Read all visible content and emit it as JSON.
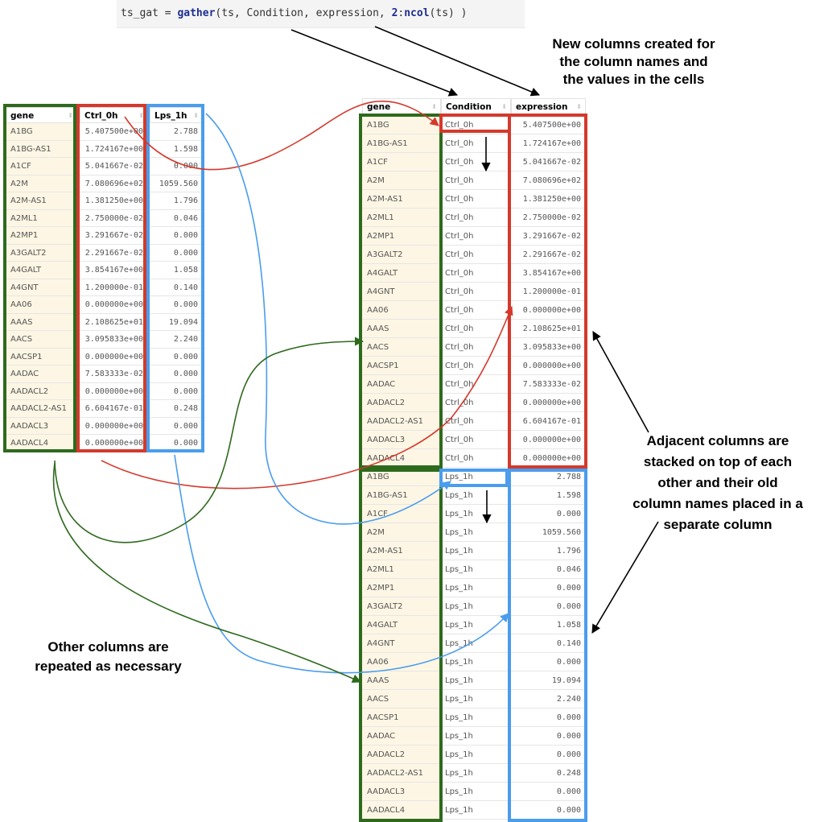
{
  "code": {
    "prefix": "ts_gat = ",
    "fn1": "gather",
    "middle": "(ts, Condition, expression, ",
    "num": "2",
    "colon": ":",
    "fn2": "ncol",
    "suffix": "(ts) )"
  },
  "wide_table": {
    "headers": [
      "gene",
      "Ctrl_0h",
      "Lps_1h"
    ],
    "rows": [
      [
        "A1BG",
        "5.407500e+00",
        "2.788"
      ],
      [
        "A1BG-AS1",
        "1.724167e+00",
        "1.598"
      ],
      [
        "A1CF",
        "5.041667e-02",
        "0.000"
      ],
      [
        "A2M",
        "7.080696e+02",
        "1059.560"
      ],
      [
        "A2M-AS1",
        "1.381250e+00",
        "1.796"
      ],
      [
        "A2ML1",
        "2.750000e-02",
        "0.046"
      ],
      [
        "A2MP1",
        "3.291667e-02",
        "0.000"
      ],
      [
        "A3GALT2",
        "2.291667e-02",
        "0.000"
      ],
      [
        "A4GALT",
        "3.854167e+00",
        "1.058"
      ],
      [
        "A4GNT",
        "1.200000e-01",
        "0.140"
      ],
      [
        "AA06",
        "0.000000e+00",
        "0.000"
      ],
      [
        "AAAS",
        "2.108625e+01",
        "19.094"
      ],
      [
        "AACS",
        "3.095833e+00",
        "2.240"
      ],
      [
        "AACSP1",
        "0.000000e+00",
        "0.000"
      ],
      [
        "AADAC",
        "7.583333e-02",
        "0.000"
      ],
      [
        "AADACL2",
        "0.000000e+00",
        "0.000"
      ],
      [
        "AADACL2-AS1",
        "6.604167e-01",
        "0.248"
      ],
      [
        "AADACL3",
        "0.000000e+00",
        "0.000"
      ],
      [
        "AADACL4",
        "0.000000e+00",
        "0.000"
      ]
    ]
  },
  "long_table": {
    "headers": [
      "gene",
      "Condition",
      "expression"
    ],
    "rows": [
      [
        "A1BG",
        "Ctrl_0h",
        "5.407500e+00"
      ],
      [
        "A1BG-AS1",
        "Ctrl_0h",
        "1.724167e+00"
      ],
      [
        "A1CF",
        "Ctrl_0h",
        "5.041667e-02"
      ],
      [
        "A2M",
        "Ctrl_0h",
        "7.080696e+02"
      ],
      [
        "A2M-AS1",
        "Ctrl_0h",
        "1.381250e+00"
      ],
      [
        "A2ML1",
        "Ctrl_0h",
        "2.750000e-02"
      ],
      [
        "A2MP1",
        "Ctrl_0h",
        "3.291667e-02"
      ],
      [
        "A3GALT2",
        "Ctrl_0h",
        "2.291667e-02"
      ],
      [
        "A4GALT",
        "Ctrl_0h",
        "3.854167e+00"
      ],
      [
        "A4GNT",
        "Ctrl_0h",
        "1.200000e-01"
      ],
      [
        "AA06",
        "Ctrl_0h",
        "0.000000e+00"
      ],
      [
        "AAAS",
        "Ctrl_0h",
        "2.108625e+01"
      ],
      [
        "AACS",
        "Ctrl_0h",
        "3.095833e+00"
      ],
      [
        "AACSP1",
        "Ctrl_0h",
        "0.000000e+00"
      ],
      [
        "AADAC",
        "Ctrl_0h",
        "7.583333e-02"
      ],
      [
        "AADACL2",
        "Ctrl_0h",
        "0.000000e+00"
      ],
      [
        "AADACL2-AS1",
        "Ctrl_0h",
        "6.604167e-01"
      ],
      [
        "AADACL3",
        "Ctrl_0h",
        "0.000000e+00"
      ],
      [
        "AADACL4",
        "Ctrl_0h",
        "0.000000e+00"
      ],
      [
        "A1BG",
        "Lps_1h",
        "2.788"
      ],
      [
        "A1BG-AS1",
        "Lps_1h",
        "1.598"
      ],
      [
        "A1CF",
        "Lps_1h",
        "0.000"
      ],
      [
        "A2M",
        "Lps_1h",
        "1059.560"
      ],
      [
        "A2M-AS1",
        "Lps_1h",
        "1.796"
      ],
      [
        "A2ML1",
        "Lps_1h",
        "0.046"
      ],
      [
        "A2MP1",
        "Lps_1h",
        "0.000"
      ],
      [
        "A3GALT2",
        "Lps_1h",
        "0.000"
      ],
      [
        "A4GALT",
        "Lps_1h",
        "1.058"
      ],
      [
        "A4GNT",
        "Lps_1h",
        "0.140"
      ],
      [
        "AA06",
        "Lps_1h",
        "0.000"
      ],
      [
        "AAAS",
        "Lps_1h",
        "19.094"
      ],
      [
        "AACS",
        "Lps_1h",
        "2.240"
      ],
      [
        "AACSP1",
        "Lps_1h",
        "0.000"
      ],
      [
        "AADAC",
        "Lps_1h",
        "0.000"
      ],
      [
        "AADACL2",
        "Lps_1h",
        "0.000"
      ],
      [
        "AADACL2-AS1",
        "Lps_1h",
        "0.248"
      ],
      [
        "AADACL3",
        "Lps_1h",
        "0.000"
      ],
      [
        "AADACL4",
        "Lps_1h",
        "0.000"
      ]
    ]
  },
  "annotations": {
    "new_columns": [
      "New columns created for",
      "the column names and",
      "the values in the cells"
    ],
    "adjacent": [
      "Adjacent columns are",
      "stacked on top of each",
      "other and their old",
      "column names placed in a",
      "separate column"
    ],
    "other": [
      "Other columns are",
      "repeated as necessary"
    ]
  },
  "colors": {
    "id_column": "#2e6a1d",
    "ctrl_column": "#d4392c",
    "lps_column": "#4a9ded",
    "gene_cell_bg": "#fdf6e4"
  }
}
